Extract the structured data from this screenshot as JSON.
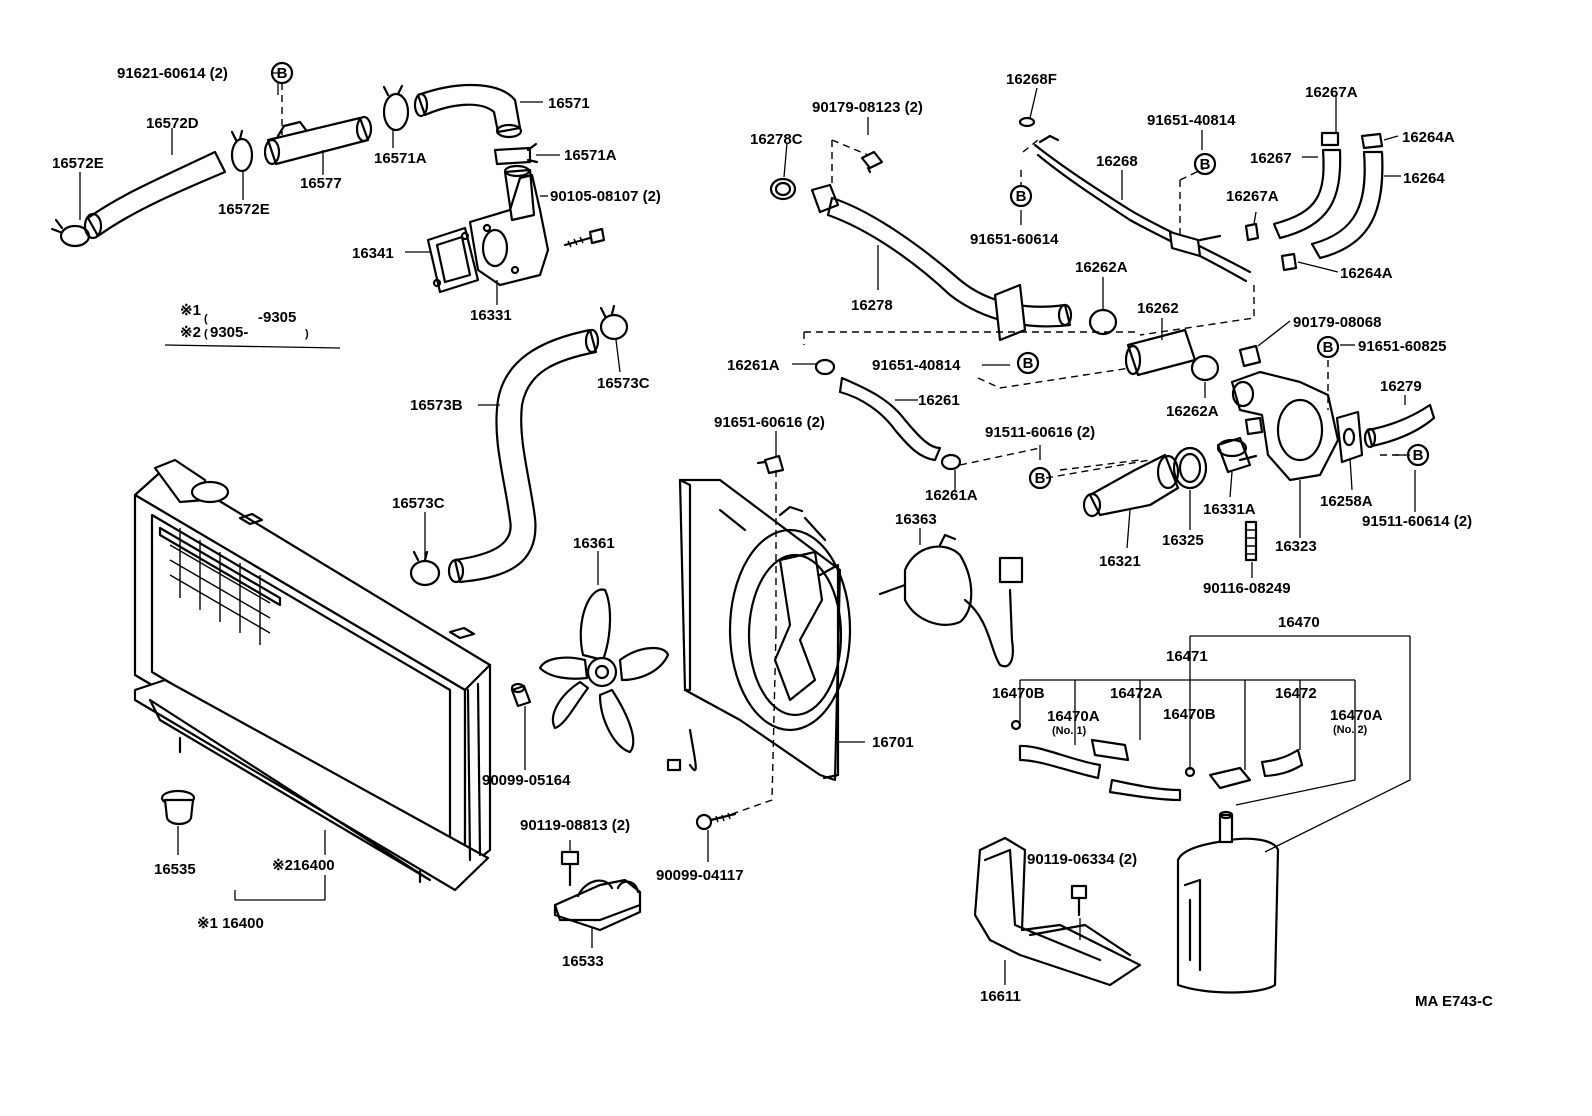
{
  "diagram_code": "MA E743-C",
  "legend": {
    "row1": {
      "mark": "※1",
      "range": "-9305"
    },
    "row2": {
      "mark": "※2",
      "range": "9305-"
    }
  },
  "circle_mark": "B",
  "labels": {
    "p91621_60614": "91621-60614 (2)",
    "p16571": "16571",
    "p16572D": "16572D",
    "p16572E_left": "16572E",
    "p16577": "16577",
    "p16571A_a": "16571A",
    "p16571A_b": "16571A",
    "p16572E_mid": "16572E",
    "p90105_08107": "90105-08107 (2)",
    "p16341": "16341",
    "p16331": "16331",
    "p16573C_top": "16573C",
    "p16573B": "16573B",
    "p16573C_bot": "16573C",
    "p16361": "16361",
    "p90099_05164": "90099-05164",
    "p16535": "16535",
    "p16400_m2": "※216400",
    "p16400_m1": "※1 16400",
    "p90119_08813": "90119-08813 (2)",
    "p16533": "16533",
    "p90099_04117": "90099-04117",
    "p16701": "16701",
    "p16363": "16363",
    "p91651_60616": "91651-60616 (2)",
    "p90179_08123": "90179-08123 (2)",
    "p16278C": "16278C",
    "p16278": "16278",
    "p16268F": "16268F",
    "p16268": "16268",
    "p91651_40814_top": "91651-40814",
    "p91651_60614": "91651-60614",
    "p16267A_top": "16267A",
    "p16267": "16267",
    "p16267A_mid": "16267A",
    "p16264A_top": "16264A",
    "p16264": "16264",
    "p16264A_bot": "16264A",
    "p16262A_top": "16262A",
    "p16262": "16262",
    "p16262A_bot": "16262A",
    "p90179_08068": "90179-08068",
    "p91651_60825": "91651-60825",
    "p16261A_top": "16261A",
    "p91651_40814_mid": "91651-40814",
    "p16261": "16261",
    "p91511_60616": "91511-60616 (2)",
    "p16261A_bot": "16261A",
    "p16279": "16279",
    "p16258A": "16258A",
    "p91511_60614": "91511-60614 (2)",
    "p16321": "16321",
    "p16325": "16325",
    "p16331A": "16331A",
    "p16323": "16323",
    "p90116_08249": "90116-08249",
    "p16470": "16470",
    "p16471": "16471",
    "p16470B_a": "16470B",
    "p16470A_a": "16470A",
    "no1": "(No. 1)",
    "p16472A": "16472A",
    "p16470B_b": "16470B",
    "p16472": "16472",
    "p16470A_b": "16470A",
    "no2": "(No. 2)",
    "p90119_06334": "90119-06334 (2)",
    "p16611": "16611"
  }
}
